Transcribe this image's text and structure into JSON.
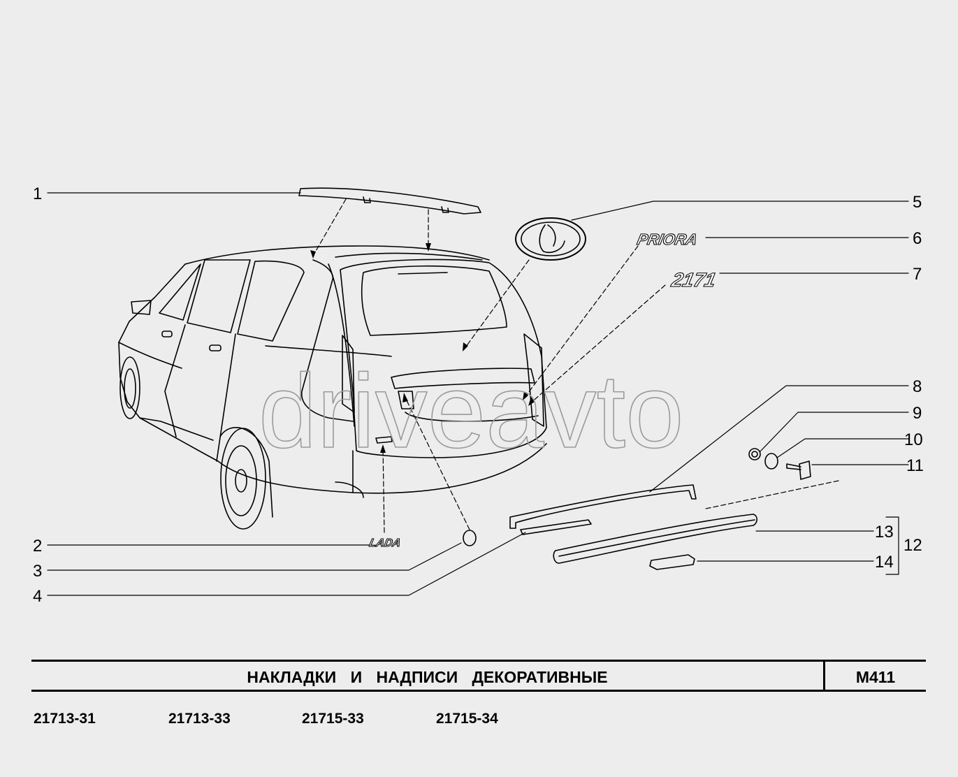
{
  "watermark": "driveavto",
  "callouts": {
    "c1": "1",
    "c2": "2",
    "c3": "3",
    "c4": "4",
    "c5": "5",
    "c6": "6",
    "c7": "7",
    "c8": "8",
    "c9": "9",
    "c10": "10",
    "c11": "11",
    "c12": "12",
    "c13": "13",
    "c14": "14"
  },
  "badges": {
    "priora": "PRIORA",
    "model_number": "2171",
    "lada": "LADA"
  },
  "title_block": {
    "title": "НАКЛАДКИ И НАДПИСИ ДЕКОРАТИВНЫЕ",
    "code": "M411"
  },
  "models": [
    "21713-31",
    "21713-33",
    "21715-33",
    "21715-34"
  ]
}
